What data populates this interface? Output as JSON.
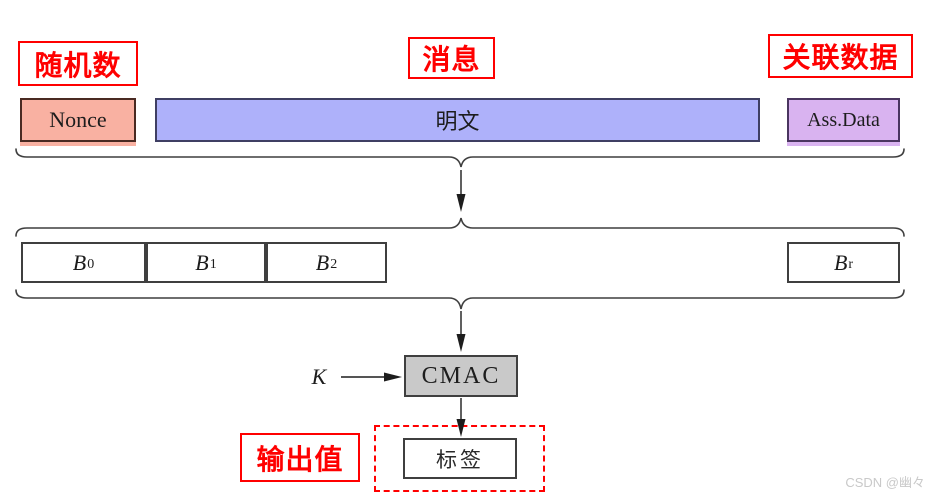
{
  "diagram": {
    "title_labels": {
      "random_number": "随机数",
      "message": "消息",
      "associated_data": "关联数据",
      "output_value": "输出值"
    },
    "inputs": {
      "nonce": "Nonce",
      "plaintext": "明文",
      "ass_data": "Ass.Data"
    },
    "blocks": [
      {
        "base": "B",
        "sub": "0"
      },
      {
        "base": "B",
        "sub": "1"
      },
      {
        "base": "B",
        "sub": "2"
      },
      {
        "base": "B",
        "sub": "r"
      }
    ],
    "key_label": "K",
    "cmac_label": "CMAC",
    "tag_label": "标签",
    "colors": {
      "annotation_red": "#ff0000",
      "nonce_fill": "#f9b1a2",
      "plaintext_fill": "#aeb1fa",
      "ass_data_fill": "#d9b3f0",
      "cmac_fill": "#c9c9c9",
      "line_color": "#3f3f3f"
    },
    "watermark": "CSDN @幽々"
  }
}
